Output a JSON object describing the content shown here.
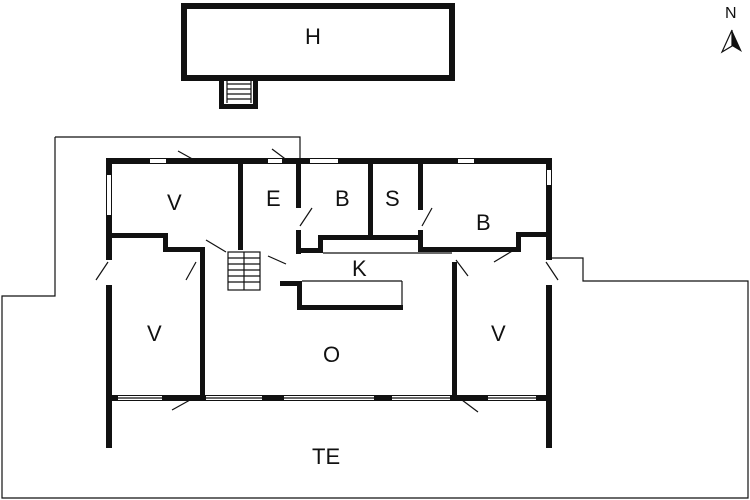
{
  "compass": {
    "label": "N",
    "icon": "north-arrow-icon"
  },
  "rooms": {
    "annex": "H",
    "bedroom_top_left": "V",
    "entrance": "E",
    "bathroom_1": "B",
    "storage": "S",
    "bathroom_2": "B",
    "kitchen": "K",
    "bedroom_left": "V",
    "living": "O",
    "bedroom_right": "V",
    "terrace": "TE"
  },
  "colors": {
    "wall": "#111111",
    "background": "#ffffff",
    "window": "#ffffff"
  }
}
